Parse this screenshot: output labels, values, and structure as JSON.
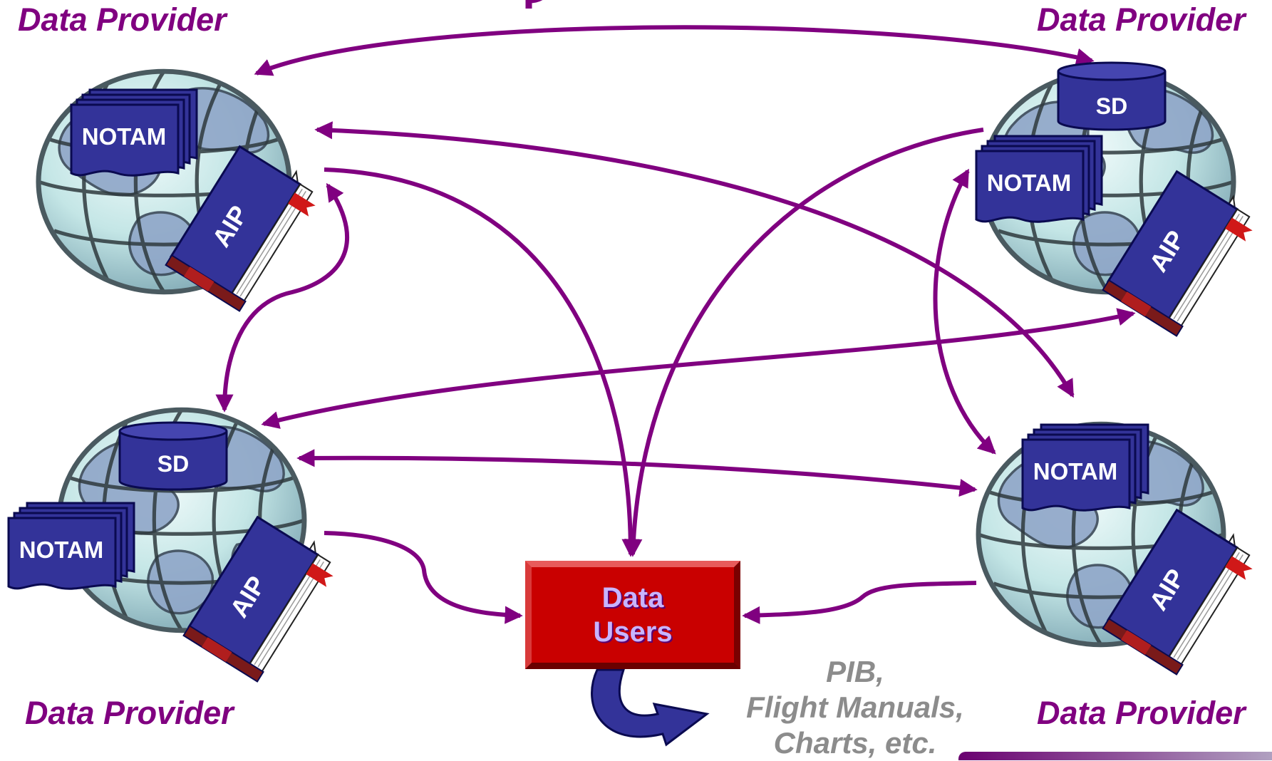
{
  "providers": {
    "top_left": "Data Provider",
    "top_right": "Data Provider",
    "bottom_left": "Data Provider",
    "bottom_right": "Data Provider"
  },
  "labels": {
    "notam": "NOTAM",
    "aip": "AIP",
    "sd": "SD"
  },
  "users": {
    "line1": "Data",
    "line2": "Users"
  },
  "products": {
    "line1": "PIB,",
    "line2": "Flight Manuals,",
    "line3": "Charts, etc."
  },
  "colors": {
    "arrow": "#800080",
    "provider_text": "#800080",
    "doc_fill": "#333399",
    "users_box": "#c90000",
    "globe": "#c8e8e8",
    "caption": "#8c8c8c"
  }
}
